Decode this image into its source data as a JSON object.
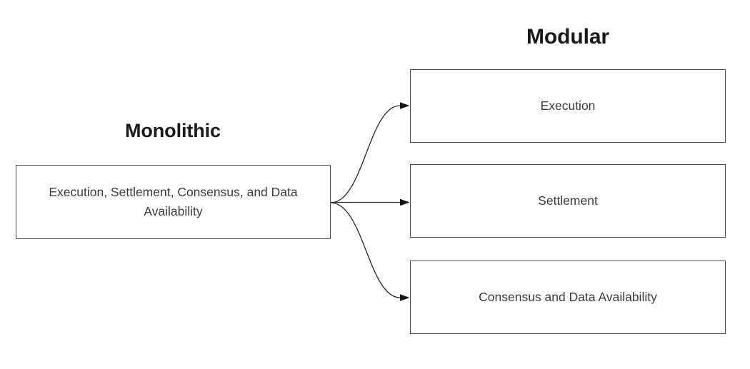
{
  "diagram": {
    "title_left": "Monolithic",
    "title_right": "Modular",
    "background_color": "#ffffff",
    "box_border_color": "#4d4d4d",
    "text_color": "#3c3c3c",
    "heading_color": "#1a1a1a",
    "arrow_color": "#2b2b2b"
  },
  "monolithic": {
    "heading": "Monolithic",
    "box_label": "Execution, Settlement, Consensus, and Data Availability"
  },
  "modular": {
    "heading": "Modular",
    "boxes": [
      {
        "label": "Execution"
      },
      {
        "label": "Settlement"
      },
      {
        "label": "Consensus and Data Availability"
      }
    ]
  },
  "connectors": [
    {
      "name": "monolithic-to-execution",
      "style": "s-curve-up"
    },
    {
      "name": "monolithic-to-settlement",
      "style": "straight"
    },
    {
      "name": "monolithic-to-consensus",
      "style": "s-curve-down"
    }
  ]
}
